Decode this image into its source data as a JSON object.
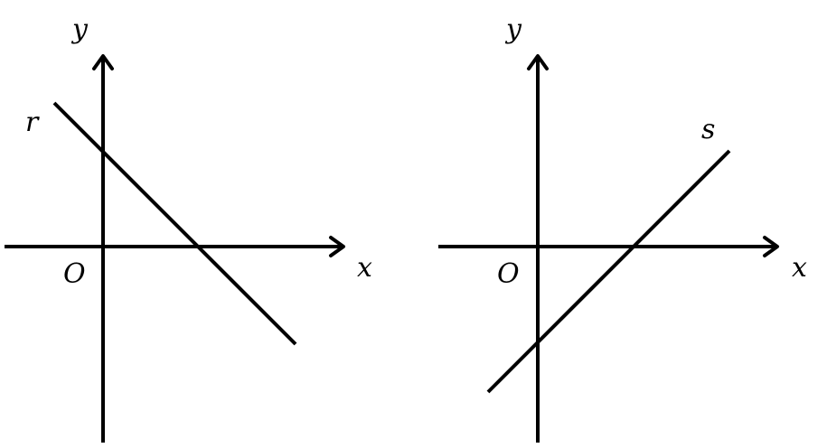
{
  "panels": [
    {
      "y_label": "y",
      "x_label": "x",
      "origin_label": "O",
      "line_label": "r",
      "slope": "negative"
    },
    {
      "y_label": "y",
      "x_label": "x",
      "origin_label": "O",
      "line_label": "s",
      "slope": "positive"
    }
  ],
  "colors": {
    "stroke": "#000000",
    "background": "#ffffff"
  }
}
